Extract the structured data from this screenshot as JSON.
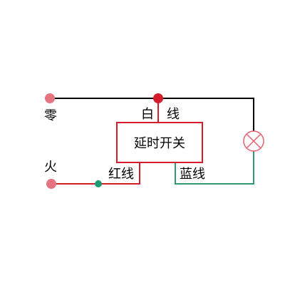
{
  "labels": {
    "neutral": "零",
    "live": "火",
    "white": "白",
    "wire": "线",
    "switch": "延时开关",
    "red_wire": "红线",
    "blue_wire": "蓝线"
  },
  "colors": {
    "neutral_wire": "#000000",
    "live_wire": "#d9263b",
    "blue_wire": "#2e9c6a",
    "switch_border": "#d41c2c",
    "terminal_pink": "#e57380",
    "junction_red": "#d41c2c",
    "junction_green": "#1e9a6e",
    "lamp": "#e4606e"
  },
  "icons": {
    "lamp": "lamp-cross-icon"
  }
}
